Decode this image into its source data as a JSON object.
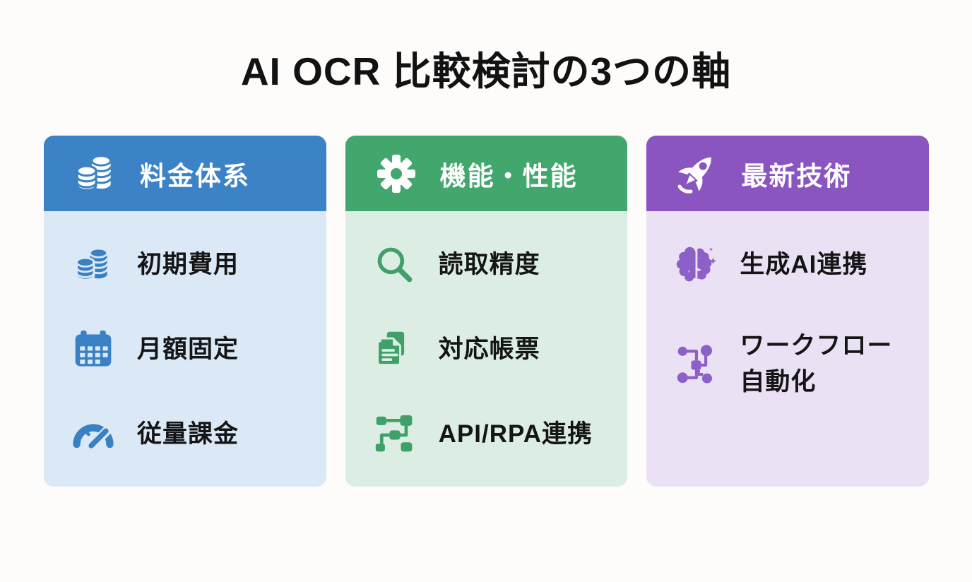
{
  "title": "AI OCR 比較検討の3つの軸",
  "cards": [
    {
      "id": "pricing",
      "header": {
        "label": "料金体系",
        "icon": "coins-icon"
      },
      "theme": {
        "header_bg": "#3B82C6",
        "body_bg": "#DBE9F7",
        "icon_color": "#3A80C4"
      },
      "items": [
        {
          "label": "初期費用",
          "icon": "coins-icon"
        },
        {
          "label": "月額固定",
          "icon": "calendar-icon"
        },
        {
          "label": "従量課金",
          "icon": "gauge-icon"
        }
      ]
    },
    {
      "id": "features",
      "header": {
        "label": "機能・性能",
        "icon": "gear-icon"
      },
      "theme": {
        "header_bg": "#41A76C",
        "body_bg": "#DCEEE3",
        "icon_color": "#3FA169"
      },
      "items": [
        {
          "label": "読取精度",
          "icon": "magnifier-icon"
        },
        {
          "label": "対応帳票",
          "icon": "documents-icon"
        },
        {
          "label": "API/RPA連携",
          "icon": "flowchart-icon"
        }
      ]
    },
    {
      "id": "technology",
      "header": {
        "label": "最新技術",
        "icon": "rocket-icon"
      },
      "theme": {
        "header_bg": "#8A55C0",
        "body_bg": "#EBE1F5",
        "icon_color": "#8D5FC8"
      },
      "items": [
        {
          "label": "生成AI連携",
          "icon": "brain-icon"
        },
        {
          "label": "ワークフロー自動化",
          "icon": "workflow-network-icon"
        }
      ]
    }
  ]
}
